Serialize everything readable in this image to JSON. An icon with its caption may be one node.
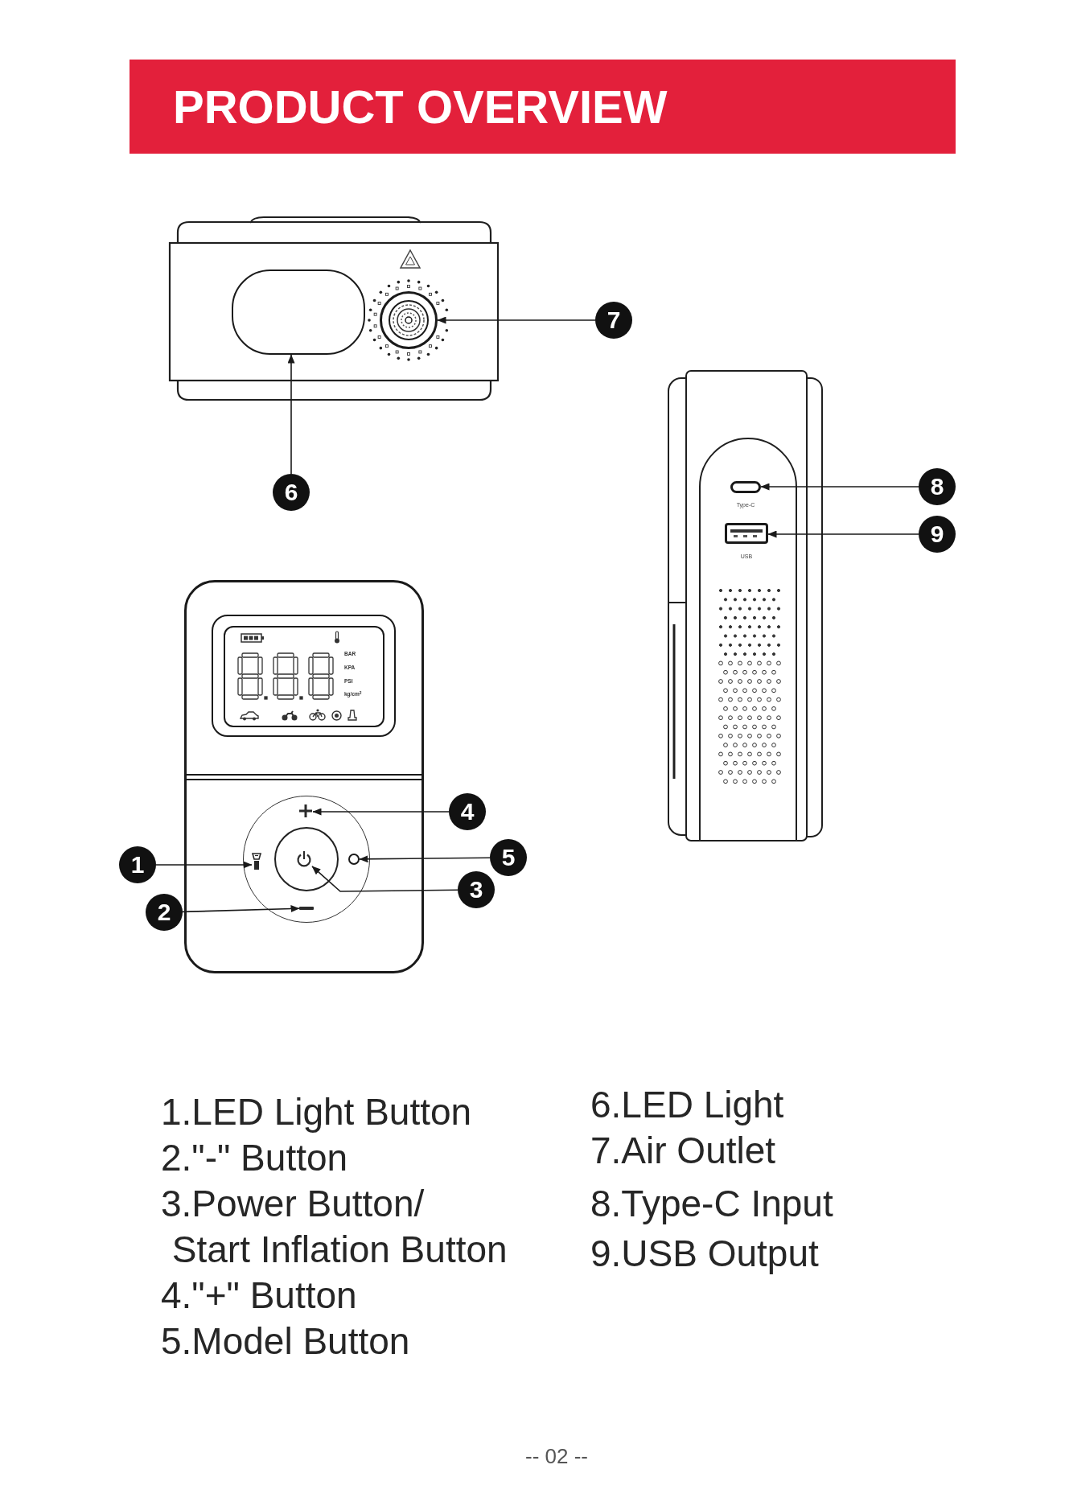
{
  "diagram": {
    "title": "PRODUCT OVERVIEW",
    "nodes": [
      {
        "text": [
          "1"
        ]
      },
      {
        "text": [
          "2"
        ]
      },
      {
        "text": [
          "3"
        ]
      },
      {
        "text": [
          "4"
        ]
      },
      {
        "text": [
          "5"
        ]
      },
      {
        "text": [
          "6"
        ]
      },
      {
        "text": [
          "7"
        ]
      },
      {
        "text": [
          "8"
        ]
      },
      {
        "text": [
          "9"
        ]
      },
      {
        "text": [],
        "shape": "box"
      },
      {
        "text": [],
        "shape": "circle"
      },
      {
        "text": [],
        "shape": "box"
      },
      {
        "text": [],
        "shape": "box"
      },
      {
        "text": [],
        "shape": "picture"
      },
      {
        "text": [],
        "shape": "picture"
      },
      {
        "text": [],
        "shape": "circle"
      },
      {
        "text": [],
        "shape": "picture"
      },
      {
        "text": [],
        "shape": "bar"
      }
    ],
    "edges": [
      {
        "from": 0,
        "to": 14,
        "arrow": "to"
      },
      {
        "from": 1,
        "to": 17,
        "arrow": "to"
      },
      {
        "from": 2,
        "to": 16,
        "arrow": "to"
      },
      {
        "from": 3,
        "to": 13,
        "arrow": "to"
      },
      {
        "from": 4,
        "to": 15,
        "arrow": "to"
      },
      {
        "from": 5,
        "to": 9,
        "arrow": "to"
      },
      {
        "from": 6,
        "to": 10,
        "arrow": "to"
      },
      {
        "from": 7,
        "to": 11,
        "arrow": "to"
      },
      {
        "from": 8,
        "to": 12,
        "arrow": "to"
      }
    ],
    "labels": [
      "Type-C",
      "USB",
      "BAR",
      "KPA",
      "PSI",
      "kg/cm$^{2}$",
      "1.LED Light Button",
      "2.\"-\" Button",
      "3.Power Button/ Start Inflation Button",
      "4.\"+\" Button",
      "5.Model Button",
      "6.LED Light",
      "7.Air Outlet",
      "8.Type-C Input",
      "9.USB Output",
      "-- 02 --"
    ]
  }
}
